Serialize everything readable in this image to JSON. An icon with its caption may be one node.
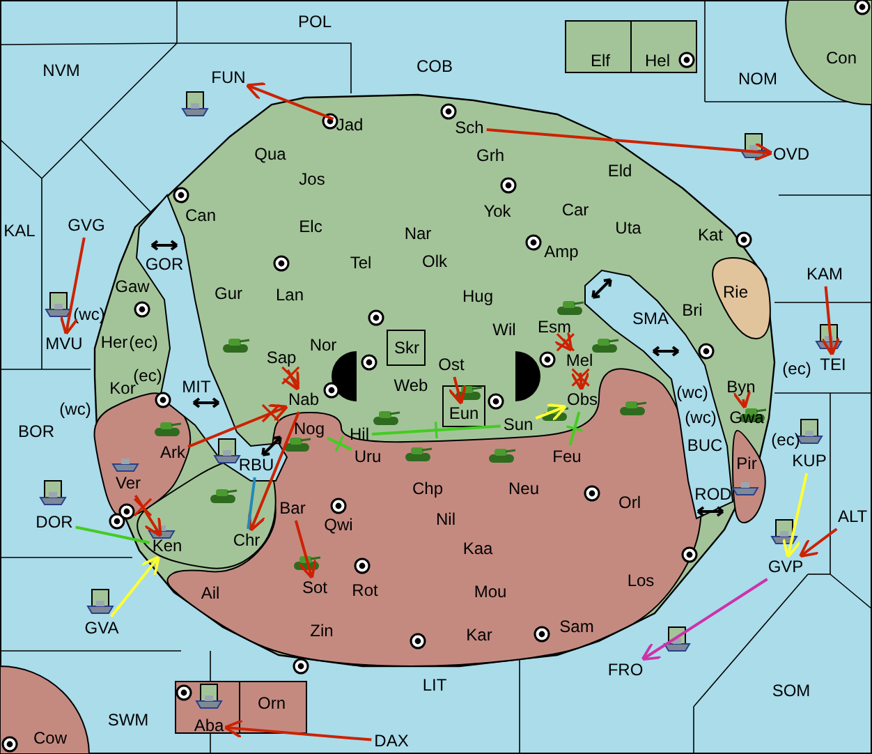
{
  "diagram": {
    "nodes": [
      {
        "text": [
          "FUN"
        ]
      },
      {
        "text": [
          "Jad"
        ]
      },
      {
        "text": [
          "Sch"
        ]
      },
      {
        "text": [
          "OVD"
        ]
      },
      {
        "text": [
          "GVG"
        ]
      },
      {
        "text": [
          "KAM"
        ]
      },
      {
        "text": [
          "Esm"
        ]
      },
      {
        "text": [
          "MVU"
        ]
      },
      {
        "text": [
          "Sap"
        ]
      },
      {
        "text": [
          "Mel"
        ]
      },
      {
        "text": [
          "TEI"
        ]
      },
      {
        "text": [
          "Ost"
        ]
      },
      {
        "text": [
          "Byn"
        ]
      },
      {
        "text": [
          "Nab"
        ]
      },
      {
        "text": [
          "Obs"
        ]
      },
      {
        "text": [
          "Hil"
        ]
      },
      {
        "text": [
          "Eun"
        ]
      },
      {
        "text": [
          "Sun"
        ]
      },
      {
        "text": [
          "Gwa"
        ]
      },
      {
        "text": [
          "Nog"
        ]
      },
      {
        "text": [
          "Ark"
        ]
      },
      {
        "text": [
          "Uru"
        ]
      },
      {
        "text": [
          "RBU"
        ]
      },
      {
        "text": [
          "Feu"
        ]
      },
      {
        "text": [
          "KUP"
        ]
      },
      {
        "text": [
          "Ver"
        ]
      },
      {
        "text": [
          "DOR"
        ]
      },
      {
        "text": [
          "Bar"
        ]
      },
      {
        "text": [
          "Chr"
        ]
      },
      {
        "text": [
          "ALT"
        ]
      },
      {
        "text": [
          "Ken"
        ]
      },
      {
        "text": [
          "GVP"
        ]
      },
      {
        "text": [
          "Sot"
        ]
      },
      {
        "text": [
          "GVA"
        ]
      },
      {
        "text": [
          "FRO"
        ]
      },
      {
        "text": [
          "Aba"
        ]
      },
      {
        "text": [
          "DAX"
        ]
      }
    ],
    "edges": [
      {
        "from": 1,
        "to": 0,
        "arrow": "to"
      },
      {
        "from": 2,
        "to": 3,
        "arrow": "to"
      },
      {
        "from": 4,
        "to": 7,
        "arrow": "to"
      },
      {
        "from": 5,
        "to": 10,
        "arrow": "to"
      },
      {
        "from": 6,
        "to": 9,
        "arrow": "to"
      },
      {
        "from": 9,
        "to": 14,
        "arrow": "to"
      },
      {
        "from": 8,
        "to": 13,
        "arrow": "to"
      },
      {
        "from": 20,
        "to": 13,
        "arrow": "to"
      },
      {
        "from": 13,
        "to": 28,
        "arrow": "to"
      },
      {
        "from": 22,
        "to": 28,
        "arrow": "none",
        "color": "#2288bb"
      },
      {
        "from": 25,
        "to": 30,
        "arrow": "to"
      },
      {
        "from": 26,
        "to": 30,
        "arrow": "none",
        "color": "#44cc22"
      },
      {
        "from": 33,
        "to": 30,
        "arrow": "to",
        "color": "#ffff33"
      },
      {
        "from": 15,
        "to": 17,
        "arrow": "none",
        "color": "#44cc22"
      },
      {
        "from": 19,
        "to": 21,
        "arrow": "none",
        "color": "#44cc22"
      },
      {
        "from": 23,
        "to": 14,
        "arrow": "none",
        "color": "#44cc22"
      },
      {
        "from": 17,
        "to": 14,
        "arrow": "to",
        "color": "#ffff33"
      },
      {
        "from": 11,
        "to": 16,
        "arrow": "to"
      },
      {
        "from": 12,
        "to": 18,
        "arrow": "to"
      },
      {
        "from": 27,
        "to": 32,
        "arrow": "to"
      },
      {
        "from": 24,
        "to": 31,
        "arrow": "to",
        "color": "#ffff33"
      },
      {
        "from": 29,
        "to": 31,
        "arrow": "to"
      },
      {
        "from": 31,
        "to": 34,
        "arrow": "to",
        "color": "#cc33aa"
      },
      {
        "from": 36,
        "to": 35,
        "arrow": "to"
      }
    ],
    "labels": [
      "POL",
      "NVM",
      "COB",
      "Elf",
      "Hel",
      "NOM",
      "Con",
      "Qua",
      "Grh",
      "Jos",
      "Eld",
      "Can",
      "Yok",
      "Car",
      "KAL",
      "Elc",
      "Nar",
      "Uta",
      "Kat",
      "GOR",
      "Tel",
      "Olk",
      "Amp",
      "Gaw",
      "Gur",
      "Lan",
      "Hug",
      "Rie",
      "(wc)",
      "SMA",
      "Bri",
      "Wil",
      "Her",
      "(ec)",
      "Nor",
      "Skr",
      "(wc)",
      "Kor",
      "(ec)",
      "MIT",
      "Web",
      "(wc)",
      "(ec)",
      "BOR",
      "BUC",
      "(wc)",
      "(ec)",
      "Pir",
      "Chp",
      "Neu",
      "Orl",
      "ROD",
      "Qwi",
      "Nil",
      "Kaa",
      "Ail",
      "Rot",
      "Mou",
      "Los",
      "Zin",
      "Kar",
      "Sam",
      "LIT",
      "SOM",
      "SWM",
      "Orn",
      "Cow"
    ]
  }
}
